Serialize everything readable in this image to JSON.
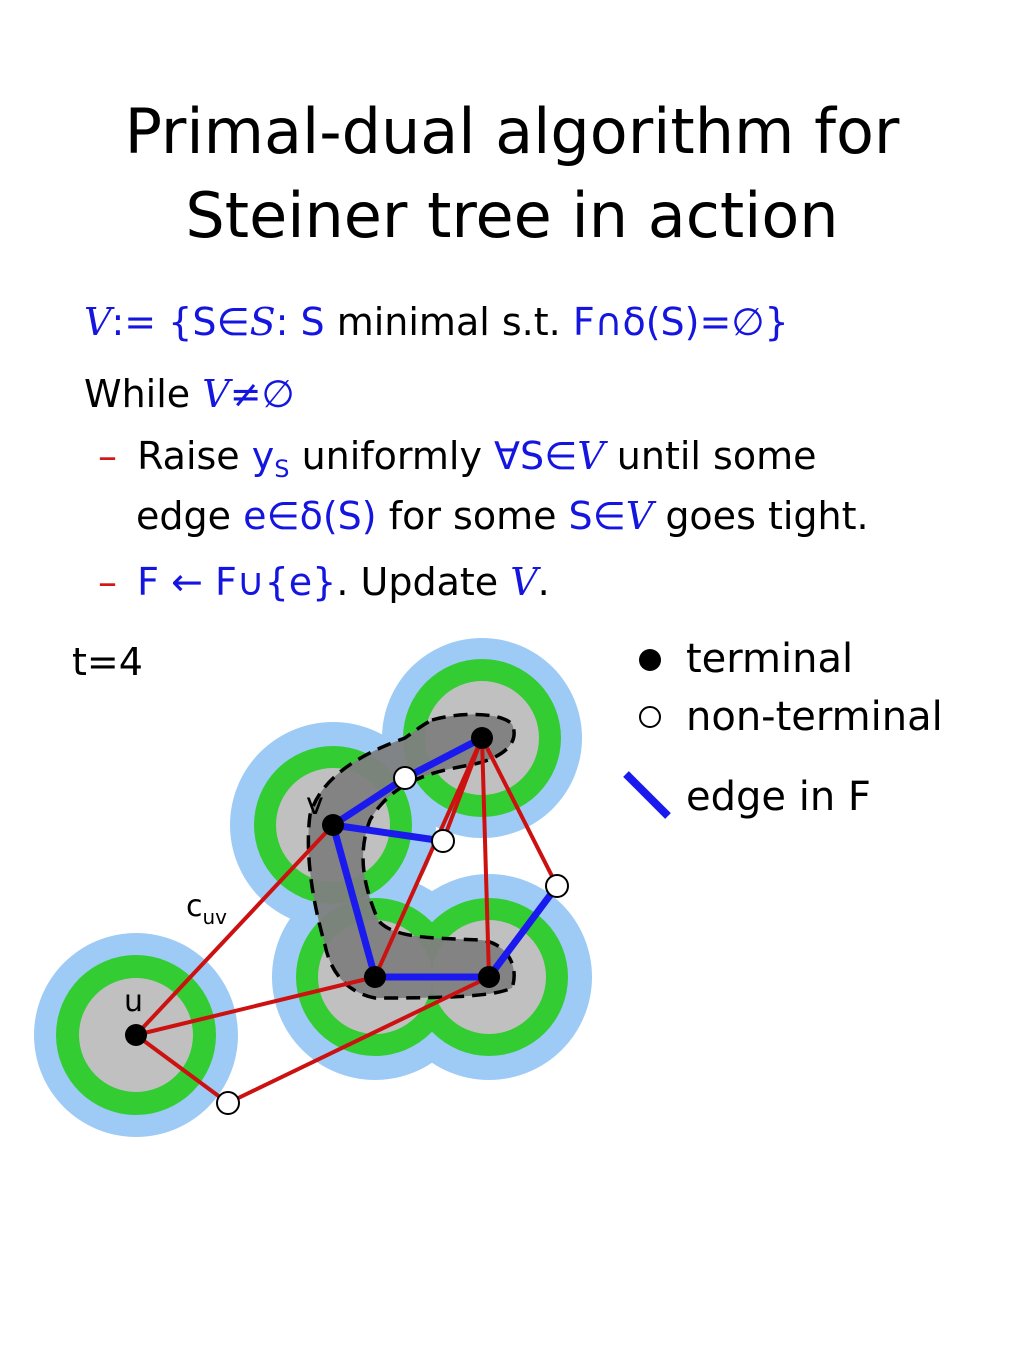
{
  "title": {
    "line1": "Primal-dual algorithm for",
    "line2": "Steiner tree in action"
  },
  "definition": {
    "v_symbol": "V",
    "assign": ":= {S∈",
    "s_symbol": "S",
    "colon": ": S",
    "minimal": " minimal s.t. ",
    "condition": "F∩δ(S)=∅}"
  },
  "while_line": {
    "keyword": "While ",
    "v_symbol": "V",
    "cond": "≠∅"
  },
  "bullet1": {
    "dash": "–",
    "raise": "Raise ",
    "y": "y",
    "y_sub": "S",
    "uniformly": " uniformly ",
    "forall": "∀S∈",
    "v_symbol": "V",
    "until": " until some",
    "edge": "edge ",
    "e_in": "e∈δ(S)",
    "for_some": " for some ",
    "s_in": "S∈",
    "v_symbol2": "V",
    "goes_tight": " goes tight."
  },
  "bullet2": {
    "dash": "–",
    "update_f": "F ← F∪{e}",
    "update": ". Update ",
    "v_symbol": "V",
    "period": "."
  },
  "diagram": {
    "time_label": "t=4",
    "node_label_v": "v",
    "node_label_u": "u",
    "edge_label_c": "c",
    "edge_label_c_sub": "uv",
    "colors": {
      "outer_halo": "#9ecbf5",
      "green_ring": "#33cc33",
      "core": "#c0c0c0",
      "cluster": "#808080",
      "edge_tight": "#1a1aee",
      "edge_other": "#cc1111"
    }
  },
  "legend": {
    "terminal": "terminal",
    "non_terminal": "non-terminal",
    "edge_in_f": "edge in F"
  }
}
